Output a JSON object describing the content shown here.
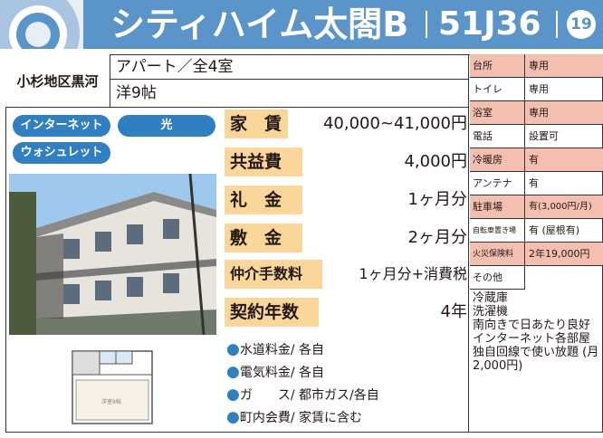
{
  "header": {
    "title": "シティハイム太閤B",
    "code": "51J36",
    "page_number": "19"
  },
  "area": "小杉地区黒河",
  "property": {
    "type": "アパート／全4室",
    "room": "洋9帖"
  },
  "tags": [
    "インターネット",
    "光",
    "ウォシュレット"
  ],
  "prices": [
    {
      "label": "家　賃",
      "value": "40,000~41,000円"
    },
    {
      "label": "共益費",
      "value": "4,000円"
    },
    {
      "label": "礼　金",
      "value": "1ヶ月分"
    },
    {
      "label": "敷　金",
      "value": "2ヶ月分"
    },
    {
      "label": "仲介手数料",
      "value": "1ヶ月分+消費税"
    },
    {
      "label": "契約年数",
      "value": "4年"
    }
  ],
  "notes": [
    "水道料金/ 各自",
    "電気料金/ 各自",
    "ガ　　ス/ 都市ガス/各自",
    "町内会費/ 家賃に含む"
  ],
  "specs": [
    {
      "key": "台所",
      "value": "専用"
    },
    {
      "key": "トイレ",
      "value": "専用"
    },
    {
      "key": "浴室",
      "value": "専用"
    },
    {
      "key": "電話",
      "value": "設置可"
    },
    {
      "key": "冷暖房",
      "value": "有"
    },
    {
      "key": "アンテナ",
      "value": "有"
    },
    {
      "key": "駐車場",
      "value": "有(3,000円/月)"
    },
    {
      "key": "自転車置き場",
      "value": "有 (屋根有)"
    },
    {
      "key": "火災保険料",
      "value": "2年19,000円"
    },
    {
      "key": "その他",
      "value": ""
    }
  ],
  "other_text": "冷蔵庫\n洗濯機\n南向きで日あたり良好\nインターネット各部屋独自回線で使い放題 (月2,000円)",
  "colors": {
    "brand": "#5a94c8",
    "accent": "#fbd69a",
    "tag": "#2f7fc1",
    "pink": "#f4bfb0"
  }
}
